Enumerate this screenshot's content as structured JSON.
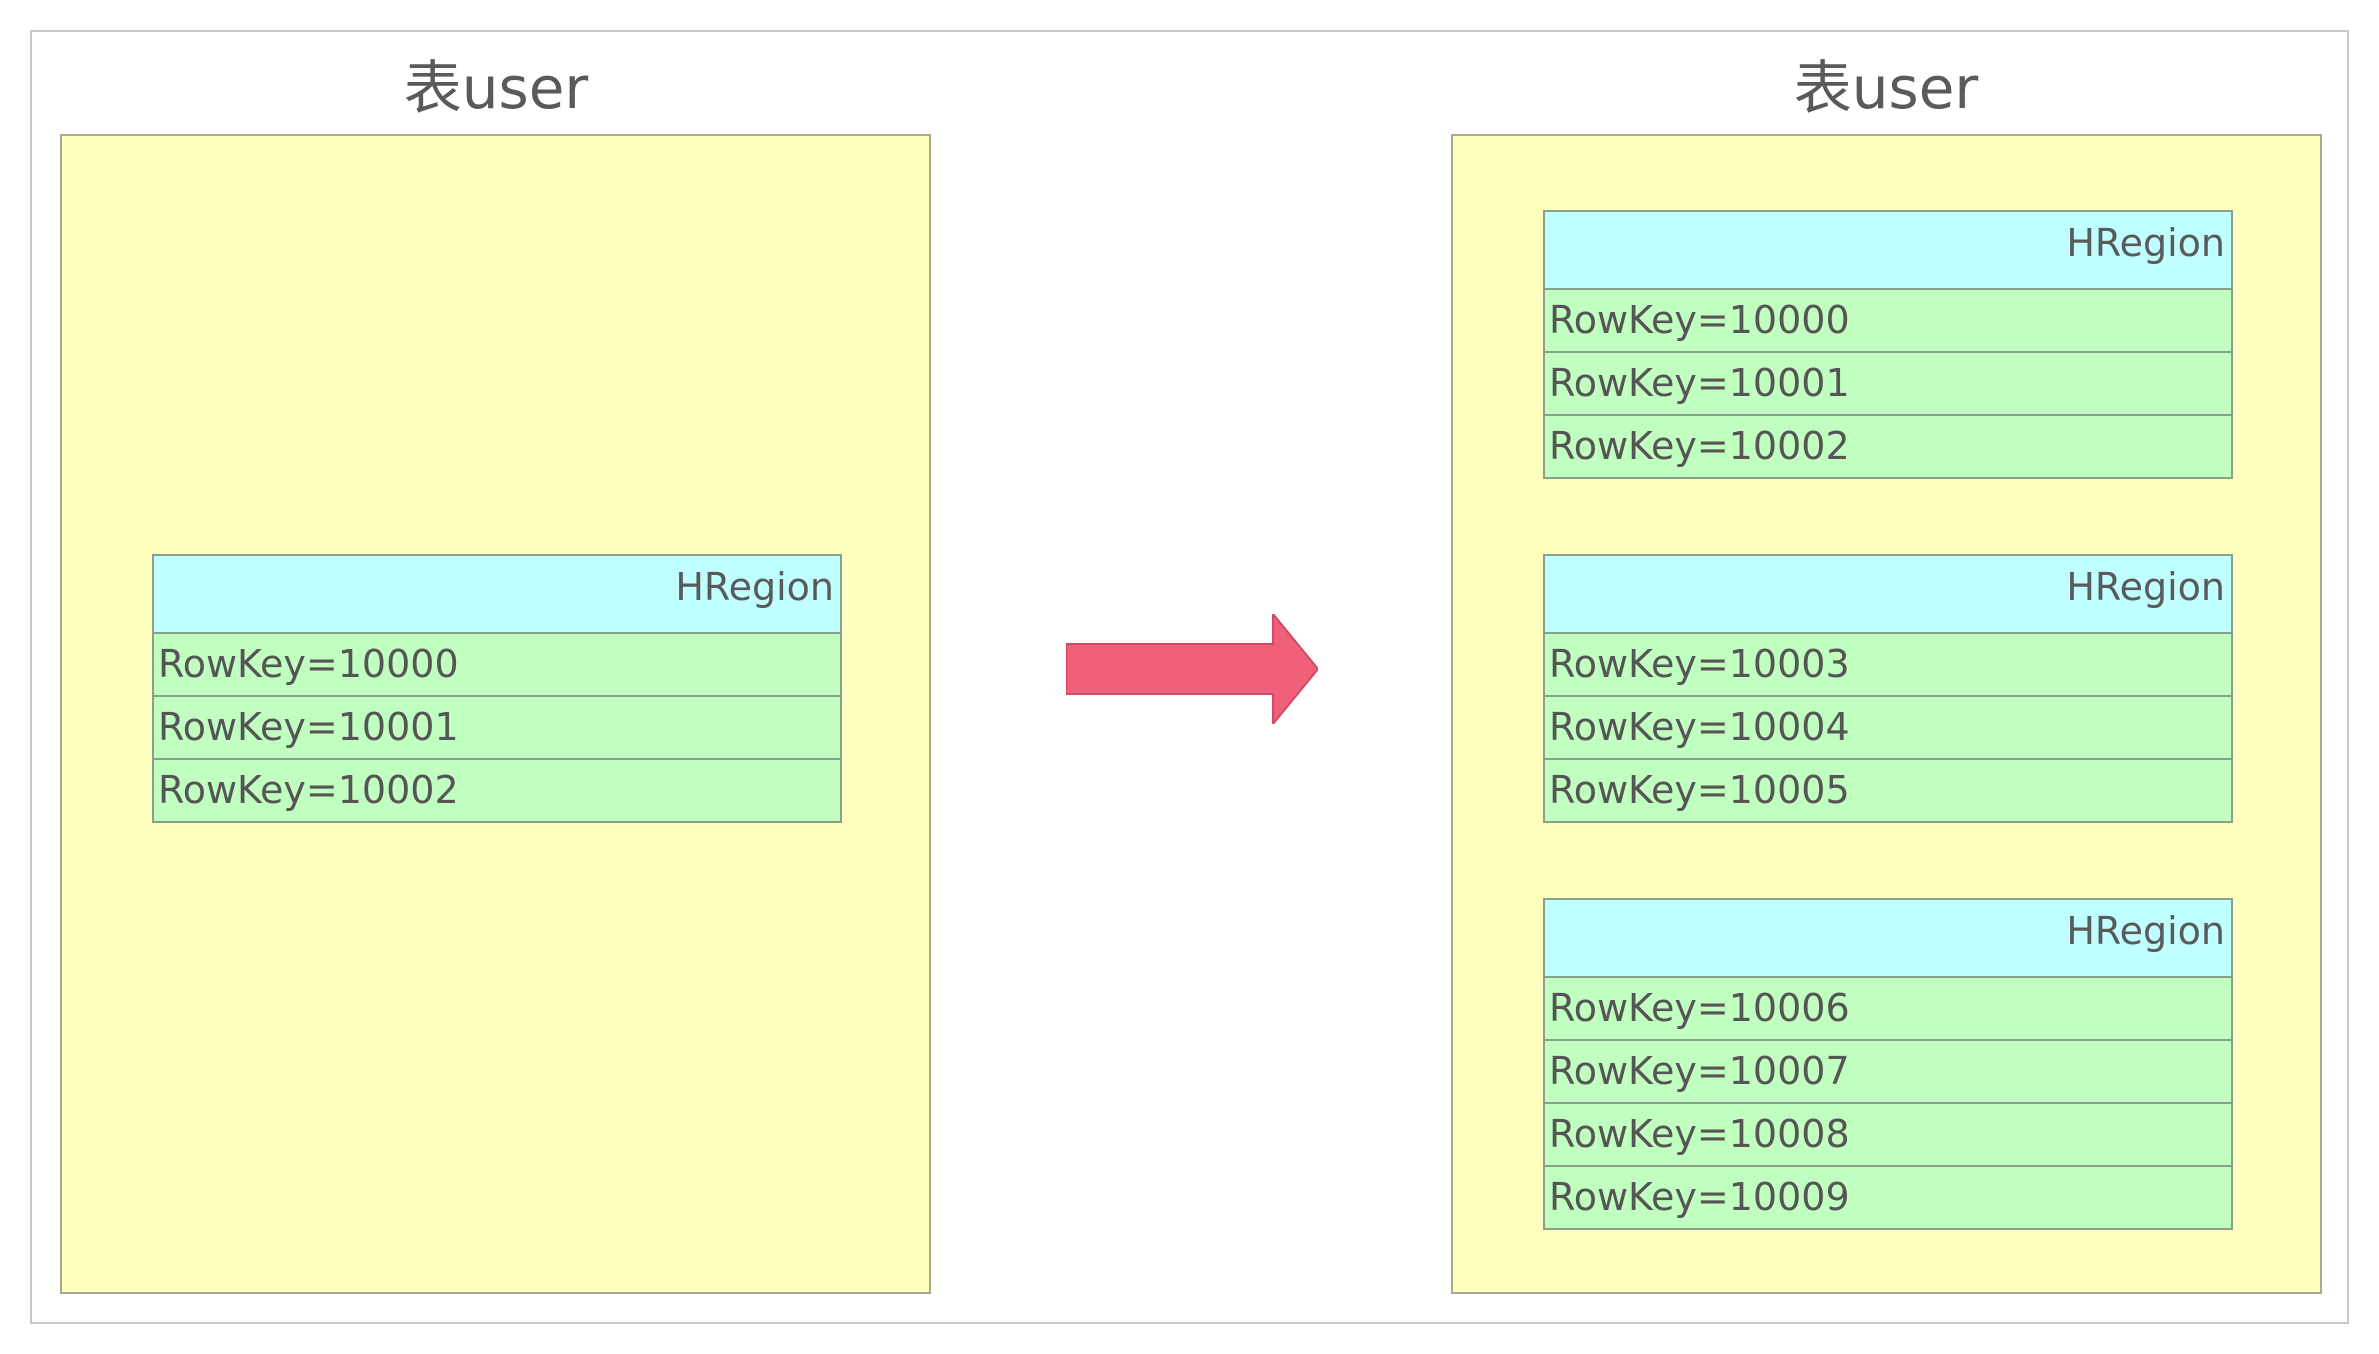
{
  "left_table": {
    "title": "表user",
    "regions": [
      {
        "label": "HRegion",
        "rows": [
          "RowKey=10000",
          "RowKey=10001",
          "RowKey=10002"
        ]
      }
    ]
  },
  "right_table": {
    "title": "表user",
    "regions": [
      {
        "label": "HRegion",
        "rows": [
          "RowKey=10000",
          "RowKey=10001",
          "RowKey=10002"
        ]
      },
      {
        "label": "HRegion",
        "rows": [
          "RowKey=10003",
          "RowKey=10004",
          "RowKey=10005"
        ]
      },
      {
        "label": "HRegion",
        "rows": [
          "RowKey=10006",
          "RowKey=10007",
          "RowKey=10008",
          "RowKey=10009"
        ]
      }
    ]
  },
  "colors": {
    "table_fill": "#ffffc0",
    "region_header_fill": "#c0ffff",
    "row_fill": "#c0ffc0",
    "arrow_fill": "#f0607a"
  }
}
